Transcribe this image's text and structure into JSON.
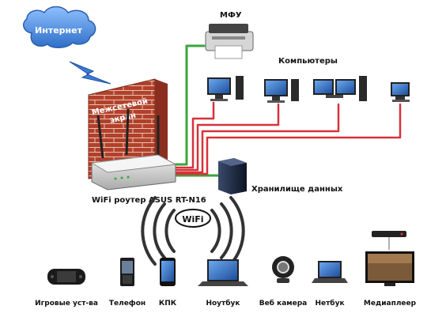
{
  "labels": {
    "internet": "Интернет",
    "firewall_line1": "Межсетевой",
    "firewall_line2": "экран",
    "mfu": "МФУ",
    "computers": "Компьютеры",
    "storage": "Хранилище данных",
    "router": "WiFi роутер ASUS RT-N16",
    "wifi": "WiFi"
  },
  "devices": [
    {
      "label": "Игровые уст-ва",
      "icon": "game-console-icon"
    },
    {
      "label": "Телефон",
      "icon": "phone-icon"
    },
    {
      "label": "КПК",
      "icon": "pda-icon"
    },
    {
      "label": "Ноутбук",
      "icon": "laptop-icon"
    },
    {
      "label": "Веб камера",
      "icon": "webcam-icon"
    },
    {
      "label": "Нетбук",
      "icon": "netbook-icon"
    },
    {
      "label": "Медиаплеер",
      "icon": "media-player-icon"
    }
  ],
  "colors": {
    "cloud": "#4a86d6",
    "brick": "#b2412c",
    "wire_green": "#3aa63a",
    "wire_red": "#d8323a",
    "wifi_arcs": "#333333"
  }
}
